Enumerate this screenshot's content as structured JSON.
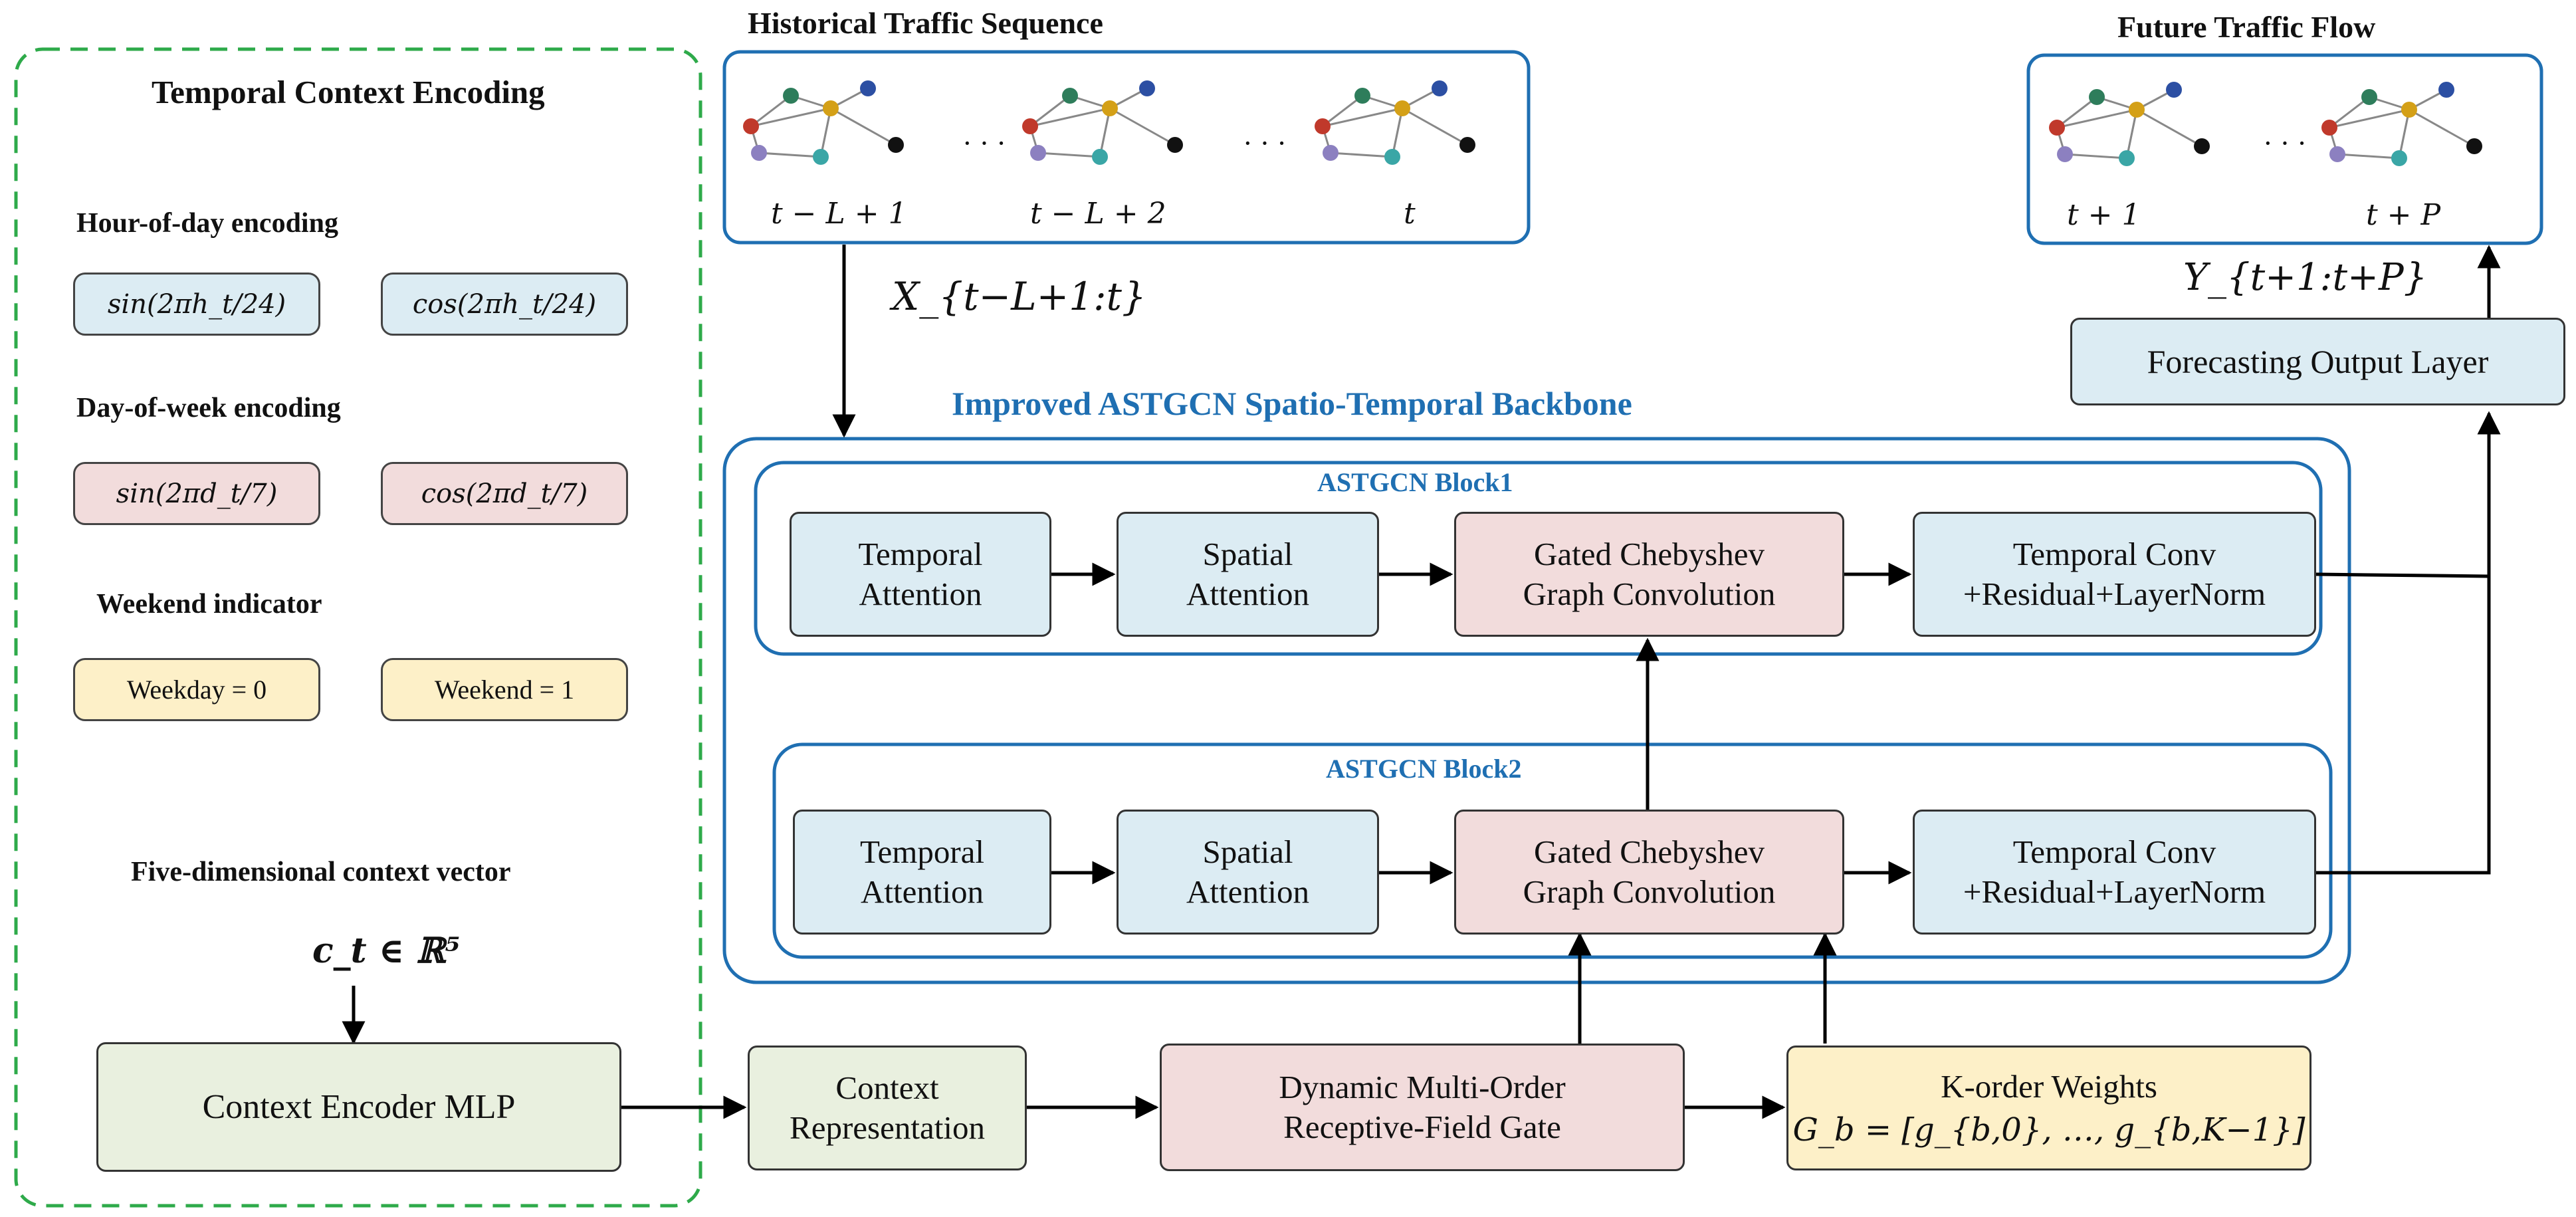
{
  "context_panel": {
    "title": "Temporal Context Encoding",
    "hour_heading": "Hour-of-day encoding",
    "hour_sin": "sin(2πh_t/24)",
    "hour_cos": "cos(2πh_t/24)",
    "day_heading": "Day-of-week encoding",
    "day_sin": "sin(2πd_t/7)",
    "day_cos": "cos(2πd_t/7)",
    "weekend_heading": "Weekend indicator",
    "weekday": "Weekday = 0",
    "weekend": "Weekend = 1",
    "vector_heading": "Five-dimensional context vector",
    "vector_symbol": "c_t ∈ ℝ⁵",
    "mlp": "Context Encoder MLP"
  },
  "historical": {
    "title": "Historical Traffic Sequence",
    "labels": [
      "t − L + 1",
      "t − L + 2",
      "t"
    ],
    "dots": "· · ·",
    "input_symbol": "X_{t−L+1:t}"
  },
  "future": {
    "title": "Future Traffic Flow",
    "labels": [
      "t + 1",
      "t + P"
    ],
    "dots": "· · ·",
    "output_symbol": "Y_{t+1:t+P}",
    "output_layer": "Forecasting Output Layer"
  },
  "backbone": {
    "title": "Improved ASTGCN Spatio-Temporal Backbone",
    "block1_title": "ASTGCN Block1",
    "block2_title": "ASTGCN Block2",
    "temporal_attention": "Temporal\nAttention",
    "spatial_attention": "Spatial\nAttention",
    "gated_cheb": "Gated Chebyshev\nGraph Convolution",
    "temporal_conv": "Temporal Conv\n+Residual+LayerNorm"
  },
  "bottom": {
    "context_rep": "Context\nRepresentation",
    "gate": "Dynamic Multi-Order\nReceptive-Field Gate",
    "k_weights": "K-order Weights",
    "k_formula": "G_b = [g_{b,0}, …, g_{b,K−1}]"
  },
  "colors": {
    "blue_box": "#dcecf3",
    "pink_box": "#f2dcdc",
    "green_box": "#e9f0df",
    "yellow_box": "#fdf0c8",
    "frame_blue": "#1f6fb2",
    "dashed_green": "#2eaa4a"
  }
}
